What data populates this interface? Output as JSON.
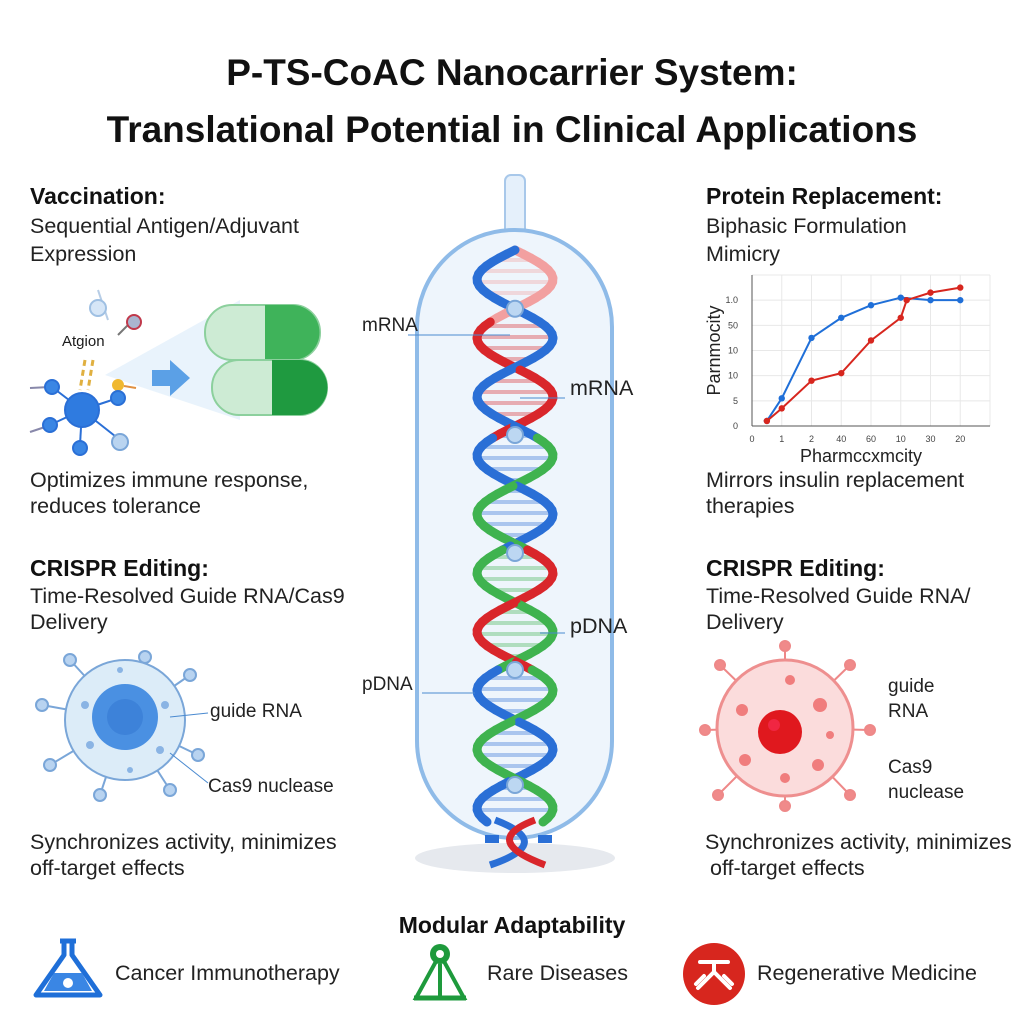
{
  "title": {
    "line1": "P-TS-CoAC Nanocarrier System:",
    "line2": "Translational Potential in Clinical Applications"
  },
  "vaccination": {
    "heading": "Vaccination:",
    "subtitle_line1": "Sequential Antigen/Adjuvant",
    "subtitle_line2": "Expression",
    "illustration_label": "Atgion",
    "benefit_line1": "Optimizes immune response,",
    "benefit_line2": "reduces tolerance"
  },
  "crispr_left": {
    "heading": "CRISPR Editing:",
    "subtitle_line1": "Time-Resolved Guide RNA/Cas9",
    "subtitle_line2": "Delivery",
    "label_guide": "guide RNA",
    "label_cas9": "Cas9 nuclease",
    "benefit_line1": "Synchronizes activity, minimizes",
    "benefit_line2": "off-target effects"
  },
  "center": {
    "labels": {
      "mrna_left": "mRNA",
      "mrna_right": "mRNA",
      "pdna_right": "pDNA",
      "pdna_left": "pDNA"
    },
    "colors": {
      "blue": "#2a6fd6",
      "red": "#d9262b",
      "green": "#3fb34f",
      "capsule": "#9cc5ef"
    }
  },
  "protein": {
    "heading": "Protein Replacement:",
    "subtitle_line1": "Biphasic Formulation",
    "subtitle_line2": "Mimicry",
    "benefit_line1": "Mirrors insulin replacement",
    "benefit_line2": "therapies"
  },
  "crispr_right": {
    "heading": "CRISPR Editing:",
    "subtitle_line1": "Time-Resolved Guide RNA/",
    "subtitle_line2": "Delivery",
    "label_guide_1": "guide",
    "label_guide_2": "RNA",
    "label_cas9_1": "Cas9",
    "label_cas9_2": "nuclease",
    "benefit_line1": "Synchronizes activity, minimizes",
    "benefit_line2": "off-target effects"
  },
  "modular": {
    "heading": "Modular Adaptability",
    "items": [
      {
        "label": "Cancer Immunotherapy",
        "icon": "flask-icon",
        "color": "#1f6fd8"
      },
      {
        "label": "Rare Diseases",
        "icon": "molecule-icon",
        "color": "#1e9a3c"
      },
      {
        "label": "Regenerative Medicine",
        "icon": "regeneration-icon",
        "color": "#d7261e"
      }
    ]
  },
  "chart_data": {
    "type": "line",
    "title": "",
    "xlabel": "Pharmccxmcity",
    "ylabel": "Parnmocity",
    "x_ticks": [
      "0",
      "1",
      "2",
      "40",
      "60",
      "10",
      "30",
      "20"
    ],
    "y_ticks": [
      "0",
      "5",
      "10",
      "10",
      "50",
      "1.0"
    ],
    "grid": true,
    "series": [
      {
        "name": "blue",
        "color": "#1f6fd8",
        "x": [
          0.5,
          1,
          2,
          3,
          4,
          5,
          6,
          7
        ],
        "y": [
          0.2,
          1.1,
          3.5,
          4.3,
          4.8,
          5.1,
          5.0,
          5.0
        ]
      },
      {
        "name": "red",
        "color": "#d7261e",
        "x": [
          0.5,
          1,
          2,
          3,
          4,
          5,
          5.2,
          6,
          7
        ],
        "y": [
          0.2,
          0.7,
          1.8,
          2.1,
          3.4,
          4.3,
          5.0,
          5.3,
          5.5
        ]
      }
    ]
  }
}
